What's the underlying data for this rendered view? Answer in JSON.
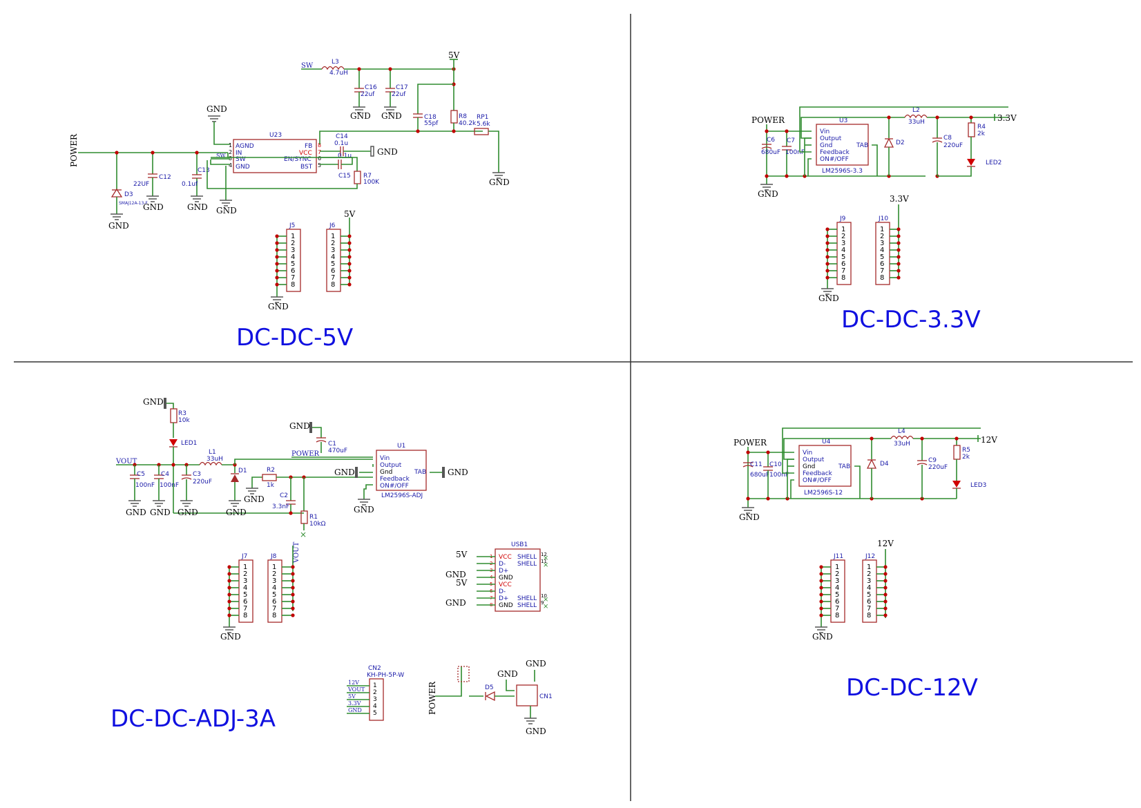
{
  "sections": {
    "dcdc5v": "DC-DC-5V",
    "dcdc33": "DC-DC-3.3V",
    "dcdcadj": "DC-DC-ADJ-3A",
    "dcdc12": "DC-DC-12V"
  },
  "nets": {
    "power": "POWER",
    "gnd": "GND",
    "sw": "SW",
    "v5": "5V",
    "v33": "3.3V",
    "v12": "12V",
    "vout": "VOUT"
  },
  "s5v": {
    "l3": "L3",
    "l3v": "4.7uH",
    "c16": "C16",
    "c16v": "22uf",
    "c17": "C17",
    "c17v": "22uf",
    "c18": "C18",
    "c18v": "55pf",
    "r8": "R8",
    "r8v": "40.2k",
    "rp1": "RP1",
    "rp1v": "5.6k",
    "c14": "C14",
    "c14v": "0.1u",
    "c15": "C15",
    "c15v": "0.1u",
    "r7": "R7",
    "r7v": "100K",
    "u23": "U23",
    "u23pins": [
      "AGND",
      "IN",
      "SW",
      "GND"
    ],
    "u23right": [
      "FB",
      "VCC",
      "EN/SYNC",
      "BST"
    ],
    "u23ln": [
      "1",
      "2",
      "3",
      "4"
    ],
    "u23rn": [
      "8",
      "7",
      "6",
      "5"
    ],
    "c12": "C12",
    "c12v": "22UF",
    "c13": "C13",
    "c13v": "0.1uf",
    "d3": "D3",
    "d3v": "SMAJ12A-13-F",
    "j5": "J5",
    "j6": "J6"
  },
  "s33": {
    "u3": "U3",
    "u3part": "LM2596S-3.3",
    "pins": [
      "Vin",
      "Output",
      "Gnd",
      "Feedback",
      "ON#/OFF"
    ],
    "tab": "TAB",
    "l2": "L2",
    "l2v": "33uH",
    "d2": "D2",
    "c6": "C6",
    "c6v": "680uF",
    "c7": "C7",
    "c7v": "100nF",
    "c8": "C8",
    "c8v": "220uF",
    "r4": "R4",
    "r4v": "2k",
    "led2": "LED2",
    "j9": "J9",
    "j10": "J10"
  },
  "sadj": {
    "u1": "U1",
    "u1part": "LM2596S-ADJ",
    "r3": "R3",
    "r3v": "10k",
    "led1": "LED1",
    "l1": "L1",
    "l1v": "33uH",
    "d1": "D1",
    "c1": "C1",
    "c1v": "470uF",
    "c5": "C5",
    "c5v": "100nF",
    "c4": "C4",
    "c4v": "100nF",
    "c3": "C3",
    "c3v": "220uF",
    "r2": "R2",
    "r2v": "1k",
    "c2": "C2",
    "c2v": "3.3nF",
    "r1": "R1",
    "r1v": "10kΩ",
    "j7": "J7",
    "j8": "J8",
    "usb1": "USB1",
    "usbpins": [
      "VCC",
      "D-",
      "D+",
      "GND",
      "VCC",
      "D-",
      "D+",
      "GND"
    ],
    "usbshell": [
      "SHELL",
      "SHELL",
      "SHELL",
      "SHELL"
    ],
    "usbln": [
      "1",
      "2",
      "3",
      "4",
      "5",
      "6",
      "7",
      "8"
    ],
    "usbrn": [
      "12",
      "11",
      "10",
      "9"
    ],
    "cn2": "CN2",
    "cn2part": "KH-PH-5P-W",
    "cn2nets": [
      "12V",
      "VOUT",
      "5V",
      "3.3V",
      "GND"
    ],
    "d5": "D5",
    "cn1": "CN1"
  },
  "s12": {
    "u4": "U4",
    "u4part": "LM2596S-12",
    "l4": "L4",
    "l4v": "33uH",
    "d4": "D4",
    "c11": "C11",
    "c11v": "680uF",
    "c10": "C10",
    "c10v": "100nF",
    "c9": "C9",
    "c9v": "220uF",
    "r5": "R5",
    "r5v": "2k",
    "led3": "LED3",
    "j11": "J11",
    "j12": "J12"
  },
  "header_pins": [
    "1",
    "2",
    "3",
    "4",
    "5",
    "6",
    "7",
    "8"
  ]
}
